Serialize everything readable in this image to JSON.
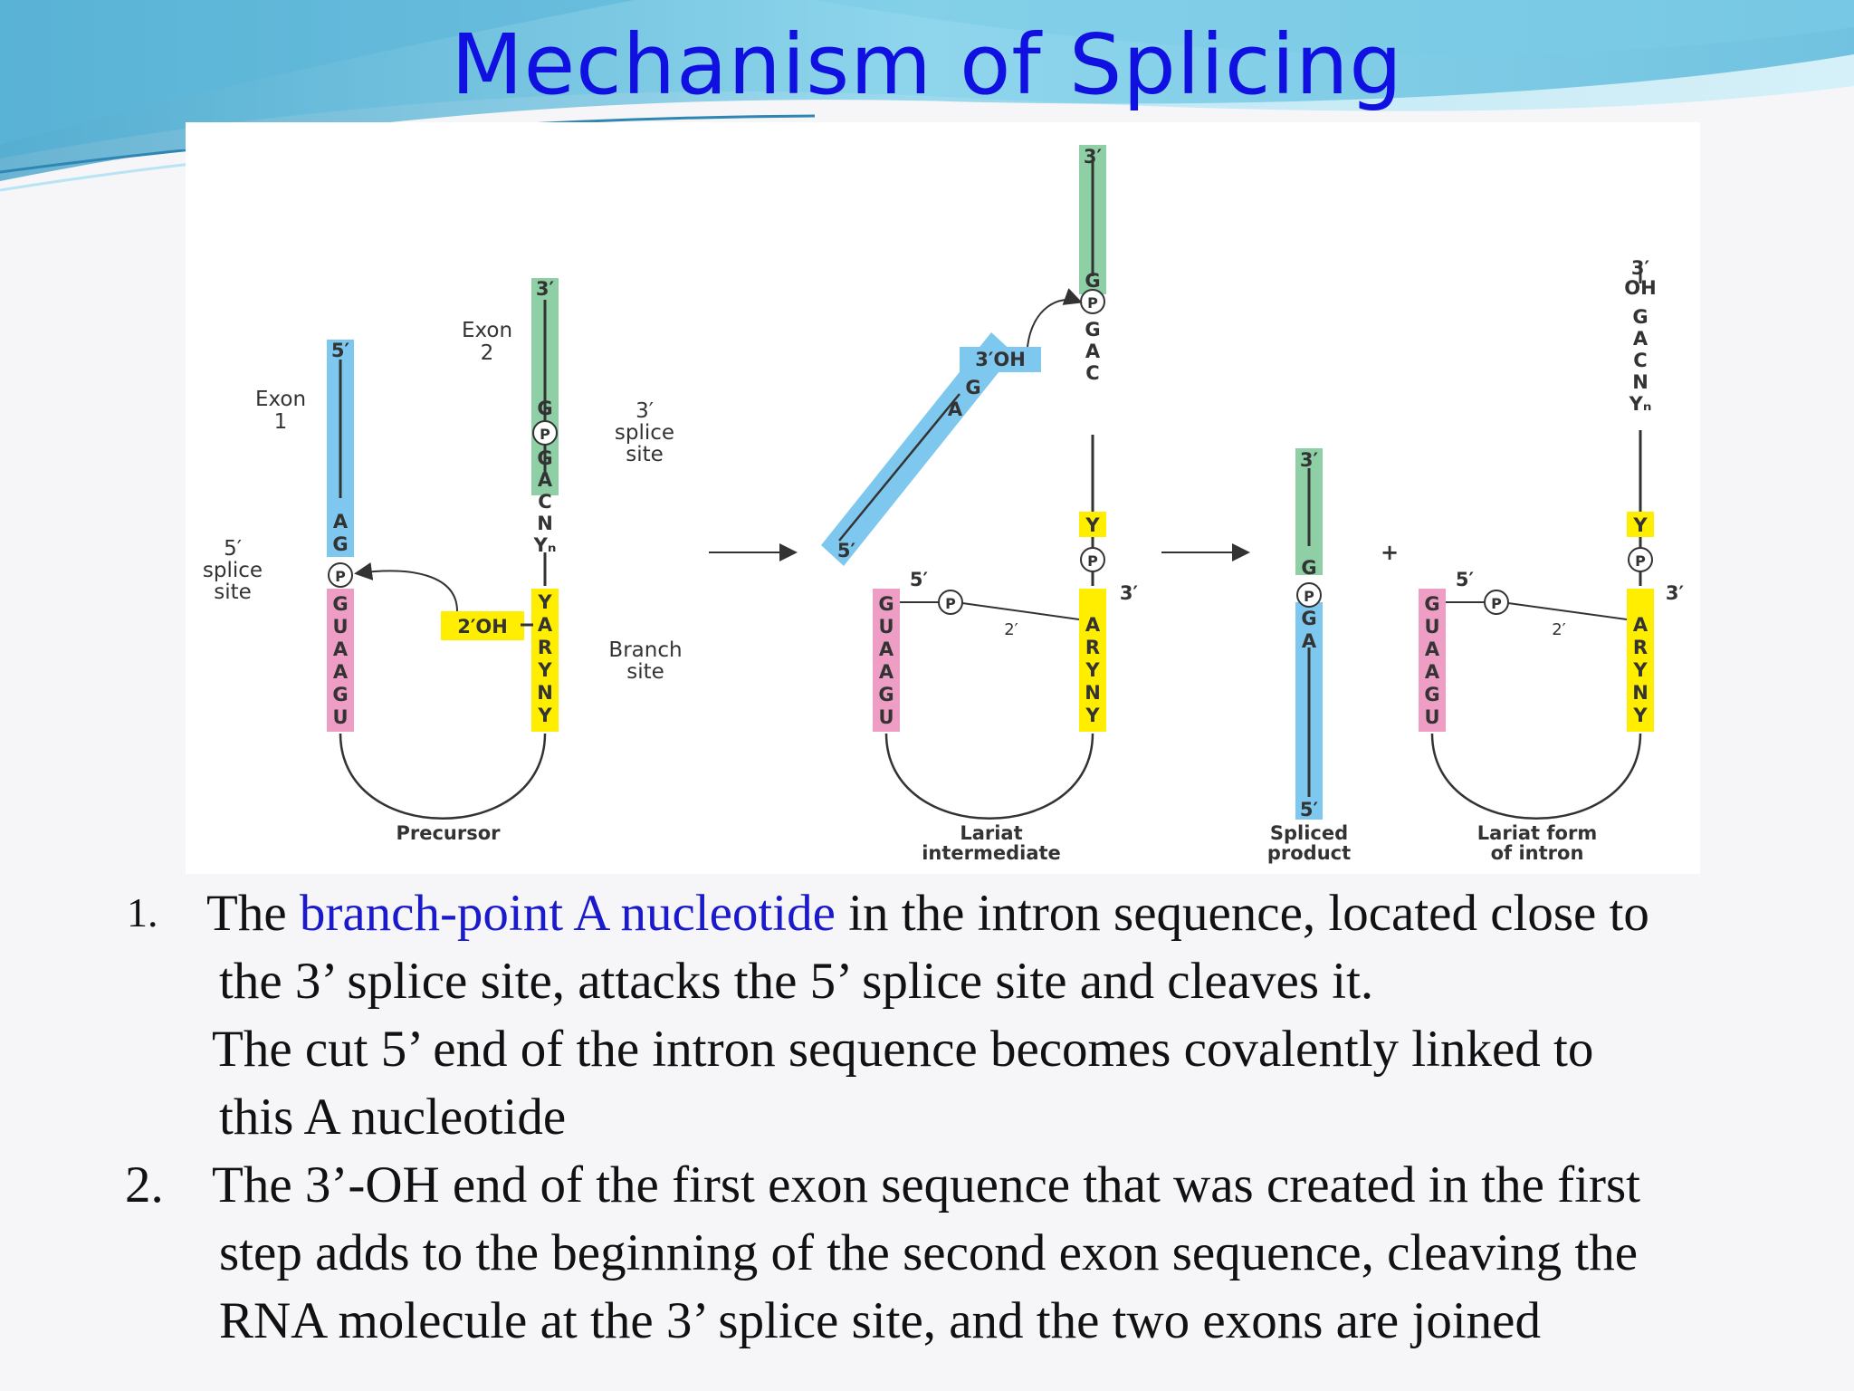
{
  "title": "Mechanism of Splicing",
  "colors": {
    "title": "#1010e0",
    "exon1": "#7ec8ef",
    "exon2": "#8ecfa6",
    "intron5": "#ee9ec4",
    "branch": "#ffee00",
    "highlight_text": "#1a1acc"
  },
  "figure": {
    "labels": {
      "exon1": [
        "Exon",
        "1"
      ],
      "exon2": [
        "Exon",
        "2"
      ],
      "splice3": [
        "3′",
        "splice",
        "site"
      ],
      "splice5": [
        "5′",
        "splice",
        "site"
      ],
      "branch_site": [
        "Branch",
        "site"
      ],
      "two_oh": "2′OH",
      "three_oh": "3′OH",
      "three_oh_lariat": [
        "3′",
        "OH"
      ],
      "p": "P",
      "prime5": "5′",
      "prime3": "3′",
      "prime2": "2′",
      "plus": "+"
    },
    "sequences": {
      "exon1_end": [
        "A",
        "G"
      ],
      "intron5": [
        "G",
        "U",
        "A",
        "A",
        "G",
        "U"
      ],
      "intron3": [
        "G",
        "A",
        "C",
        "N",
        "Yₙ"
      ],
      "branch": [
        "Y",
        "A",
        "R",
        "Y",
        "N",
        "Y"
      ],
      "exon2_start": [
        "G"
      ],
      "exon1_released": [
        "A",
        "G"
      ],
      "lariat_tail": [
        "G",
        "A",
        "C"
      ],
      "spliced_mid": [
        "G",
        "A"
      ]
    },
    "captions": {
      "precursor": "Precursor",
      "lariat_intermediate": [
        "Lariat",
        "intermediate"
      ],
      "spliced_product": [
        "Spliced",
        "product"
      ],
      "lariat_form": [
        "Lariat form",
        "of intron"
      ]
    }
  },
  "points": {
    "p1": {
      "number": "1.",
      "seg_pre": "The ",
      "seg_highlight": "branch-point A nucleotide",
      "seg_post": " in the intron sequence, located close to",
      "line2": "the 3’ splice site, attacks the 5’ splice site and cleaves it.",
      "line3": "The cut 5’ end of the intron sequence becomes covalently linked to",
      "line4": "this A nucleotide"
    },
    "p2": {
      "number": "2.",
      "line1": "The 3’-OH end of the first exon sequence that was created in the first",
      "line2": "step adds to the beginning of the second exon sequence, cleaving the",
      "line3": "RNA molecule at the 3’ splice site, and the two exons are joined"
    }
  }
}
